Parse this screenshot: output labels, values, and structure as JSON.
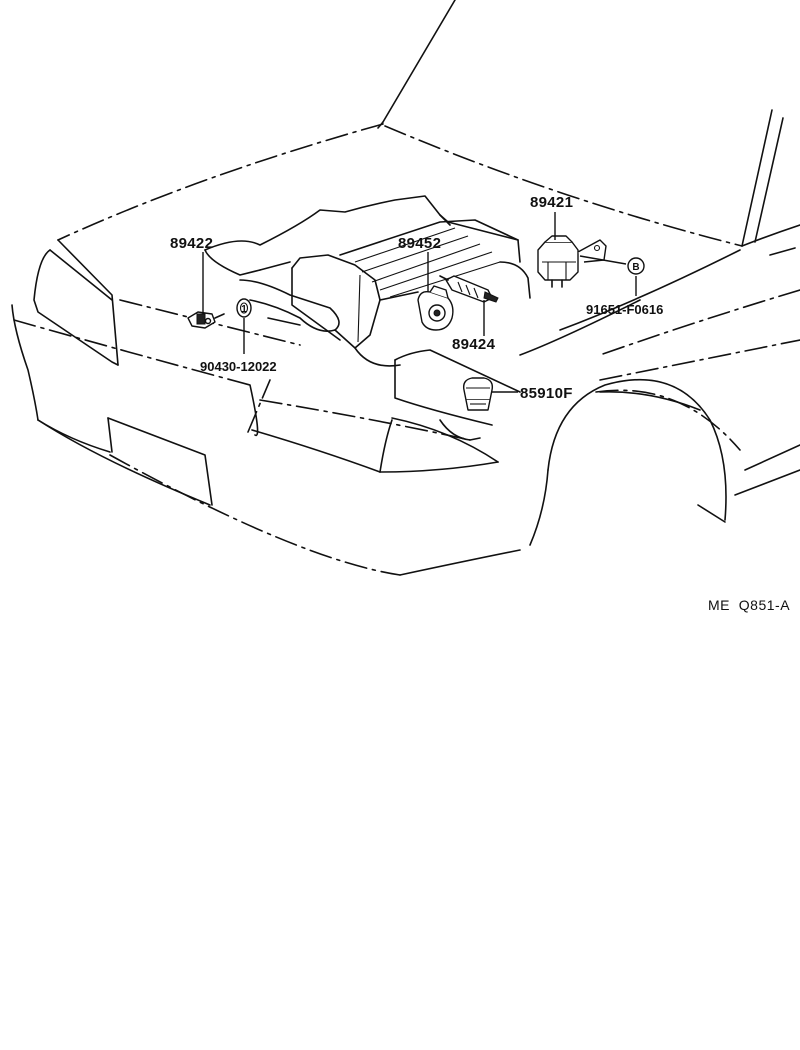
{
  "labels": {
    "p89422": "89422",
    "p89452": "89452",
    "p89421": "89421",
    "p89424": "89424",
    "p91651": "91651-F0616",
    "p90430": "90430-12022",
    "p85910": "85910F",
    "marker_b": "B",
    "marker_1": "1"
  },
  "footer": {
    "code": "ME  Q851-A"
  }
}
